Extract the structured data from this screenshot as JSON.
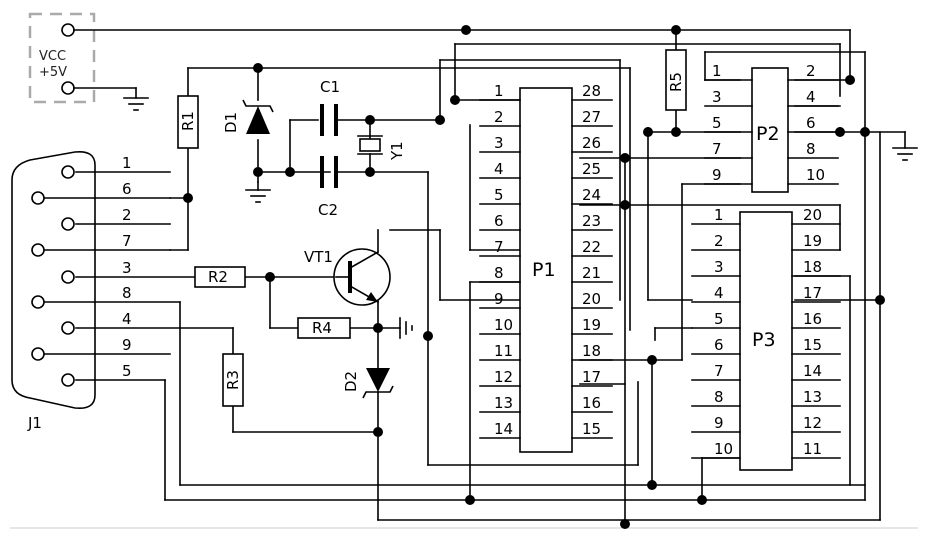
{
  "vcc": {
    "line1": "VCC",
    "line2": "+5V"
  },
  "connector_j1": {
    "label": "J1",
    "pins": [
      "1",
      "6",
      "2",
      "7",
      "3",
      "8",
      "4",
      "9",
      "5"
    ]
  },
  "resistors": {
    "r1": "R1",
    "r2": "R2",
    "r3": "R3",
    "r4": "R4",
    "r5": "R5"
  },
  "diodes": {
    "d1": "D1",
    "d2": "D2"
  },
  "capacitors": {
    "c1": "C1",
    "c2": "C2"
  },
  "crystal": "Y1",
  "transistor": "VT1",
  "p1": {
    "label": "P1",
    "left": [
      "1",
      "2",
      "3",
      "4",
      "5",
      "6",
      "7",
      "8",
      "9",
      "10",
      "11",
      "12",
      "13",
      "14"
    ],
    "right": [
      "28",
      "27",
      "26",
      "25",
      "24",
      "23",
      "22",
      "21",
      "20",
      "19",
      "18",
      "17",
      "16",
      "15"
    ]
  },
  "p2": {
    "label": "P2",
    "left": [
      "1",
      "3",
      "5",
      "7",
      "9"
    ],
    "right": [
      "2",
      "4",
      "6",
      "8",
      "10"
    ]
  },
  "p3": {
    "label": "P3",
    "left": [
      "1",
      "2",
      "3",
      "4",
      "5",
      "6",
      "7",
      "8",
      "9",
      "10"
    ],
    "right": [
      "20",
      "19",
      "18",
      "17",
      "16",
      "15",
      "14",
      "13",
      "12",
      "11"
    ]
  }
}
